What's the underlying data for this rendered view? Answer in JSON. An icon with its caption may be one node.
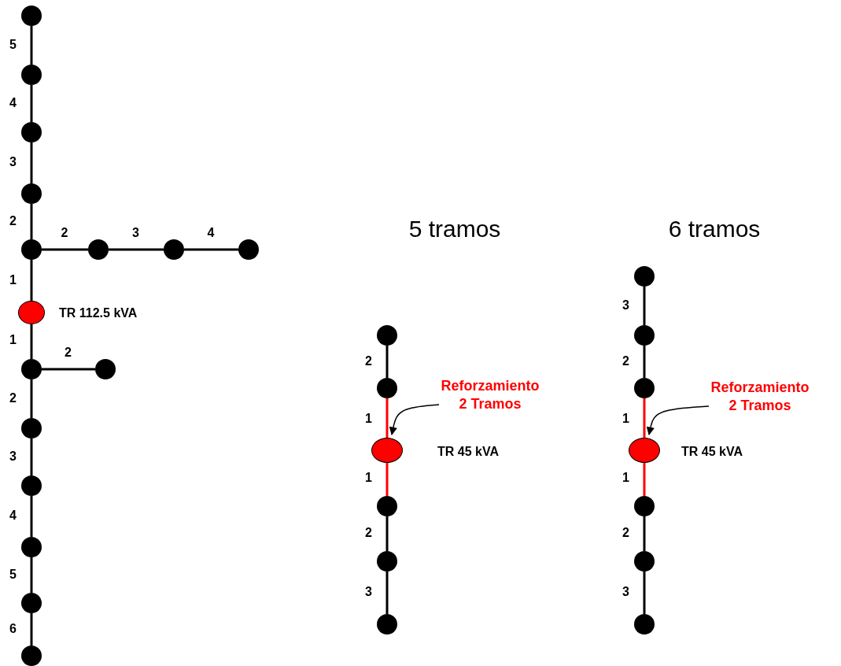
{
  "diagram": {
    "nodes": [
      {
        "text": [],
        "shape": "circle"
      },
      {
        "text": [],
        "shape": "circle"
      },
      {
        "text": [],
        "shape": "circle"
      },
      {
        "text": [],
        "shape": "circle"
      },
      {
        "text": [],
        "shape": "circle"
      },
      {
        "text": [],
        "shape": "circle"
      },
      {
        "text": [],
        "shape": "circle"
      },
      {
        "text": [],
        "shape": "circle"
      },
      {
        "text": [],
        "shape": "circle",
        "beside": [
          "TR 112.5 kVA"
        ]
      },
      {
        "text": [],
        "shape": "circle"
      },
      {
        "text": [],
        "shape": "circle"
      },
      {
        "text": [],
        "shape": "circle"
      },
      {
        "text": [],
        "shape": "circle"
      },
      {
        "text": [],
        "shape": "circle"
      },
      {
        "text": [],
        "shape": "circle"
      },
      {
        "text": [],
        "shape": "circle"
      },
      {
        "text": [],
        "shape": "circle"
      },
      {
        "text": [],
        "shape": "circle"
      },
      {
        "text": [
          "Reforzamiento 2 Tramos"
        ]
      },
      {
        "text": [],
        "shape": "circle",
        "beside": [
          "TR 45 kVA"
        ]
      },
      {
        "text": [],
        "shape": "circle"
      },
      {
        "text": [],
        "shape": "circle"
      },
      {
        "text": [],
        "shape": "circle"
      },
      {
        "text": [],
        "shape": "circle"
      },
      {
        "text": [],
        "shape": "circle"
      },
      {
        "text": [],
        "shape": "circle"
      },
      {
        "text": [
          "Reforzamiento 2 Tramos"
        ]
      },
      {
        "text": [],
        "shape": "circle",
        "beside": [
          "TR 45 kVA"
        ]
      },
      {
        "text": [],
        "shape": "circle"
      },
      {
        "text": [],
        "shape": "circle"
      },
      {
        "text": [],
        "shape": "circle"
      }
    ],
    "edges": [
      {
        "from": 0,
        "to": 1,
        "arrow": "none",
        "label": "5"
      },
      {
        "from": 1,
        "to": 2,
        "arrow": "none",
        "label": "4"
      },
      {
        "from": 2,
        "to": 3,
        "arrow": "none",
        "label": "3"
      },
      {
        "from": 3,
        "to": 4,
        "arrow": "none",
        "label": "2"
      },
      {
        "from": 4,
        "to": 5,
        "arrow": "none",
        "label": "2"
      },
      {
        "from": 5,
        "to": 6,
        "arrow": "none",
        "label": "3"
      },
      {
        "from": 6,
        "to": 7,
        "arrow": "none",
        "label": "4"
      },
      {
        "from": 4,
        "to": 8,
        "arrow": "none",
        "label": "1"
      },
      {
        "from": 8,
        "to": 9,
        "arrow": "none",
        "label": "1"
      },
      {
        "from": 9,
        "to": 10,
        "arrow": "none",
        "label": "2"
      },
      {
        "from": 9,
        "to": 11,
        "arrow": "none",
        "label": "2"
      },
      {
        "from": 11,
        "to": 12,
        "arrow": "none",
        "label": "3"
      },
      {
        "from": 12,
        "to": 13,
        "arrow": "none",
        "label": "4"
      },
      {
        "from": 13,
        "to": 14,
        "arrow": "none",
        "label": "5"
      },
      {
        "from": 14,
        "to": 15,
        "arrow": "none",
        "label": "6"
      },
      {
        "from": 16,
        "to": 17,
        "arrow": "none",
        "label": "2"
      },
      {
        "from": 17,
        "to": 19,
        "arrow": "none",
        "label": "1",
        "color": "#ff0000"
      },
      {
        "from": 19,
        "to": 20,
        "arrow": "none",
        "label": "1",
        "color": "#ff0000"
      },
      {
        "from": 20,
        "to": 21,
        "arrow": "none",
        "label": "2"
      },
      {
        "from": 21,
        "to": 22,
        "arrow": "none",
        "label": "3"
      },
      {
        "from": 18,
        "to": 19,
        "arrow": "to"
      },
      {
        "from": 23,
        "to": 24,
        "arrow": "none",
        "label": "3"
      },
      {
        "from": 24,
        "to": 25,
        "arrow": "none",
        "label": "2"
      },
      {
        "from": 25,
        "to": 27,
        "arrow": "none",
        "label": "1",
        "color": "#ff0000"
      },
      {
        "from": 27,
        "to": 28,
        "arrow": "none",
        "label": "1",
        "color": "#ff0000"
      },
      {
        "from": 28,
        "to": 29,
        "arrow": "none",
        "label": "2"
      },
      {
        "from": 29,
        "to": 30,
        "arrow": "none",
        "label": "3"
      },
      {
        "from": 26,
        "to": 27,
        "arrow": "to"
      }
    ],
    "labels": [
      "5 tramos",
      "6 tramos"
    ]
  }
}
